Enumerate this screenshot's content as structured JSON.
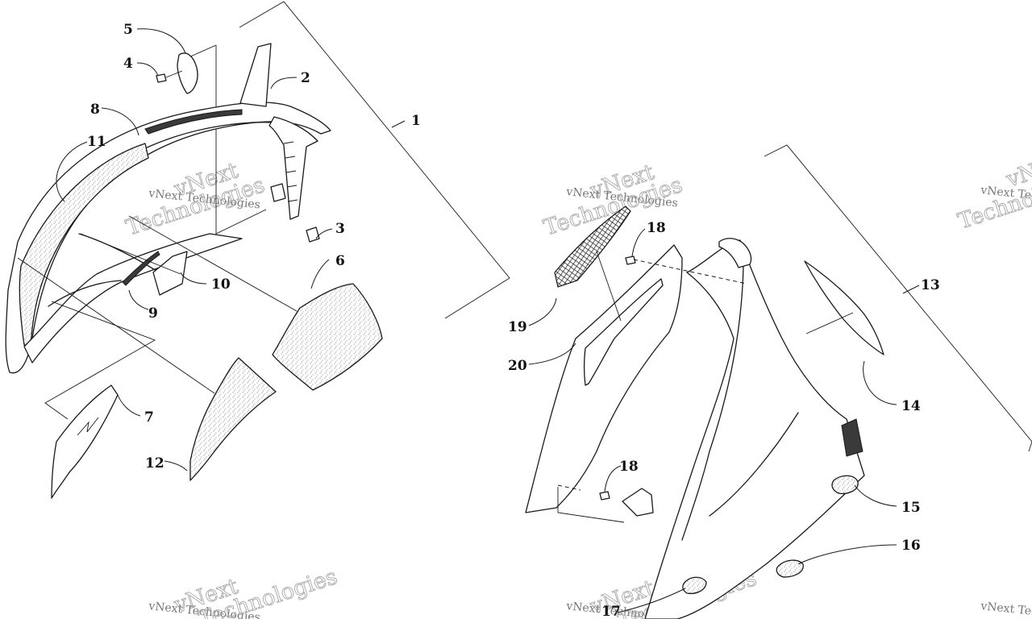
{
  "watermark": {
    "line1": "vNext Technologies",
    "line2": "vNext",
    "line3": "Technologies"
  },
  "callouts": {
    "c1": "1",
    "c2": "2",
    "c3": "3",
    "c4": "4",
    "c5": "5",
    "c6": "6",
    "c7": "7",
    "c8": "8",
    "c9": "9",
    "c10": "10",
    "c11": "11",
    "c12": "12",
    "c13": "13",
    "c14": "14",
    "c15": "15",
    "c16": "16",
    "c17": "17",
    "c18a": "18",
    "c18b": "18",
    "c19": "19",
    "c20": "20"
  }
}
